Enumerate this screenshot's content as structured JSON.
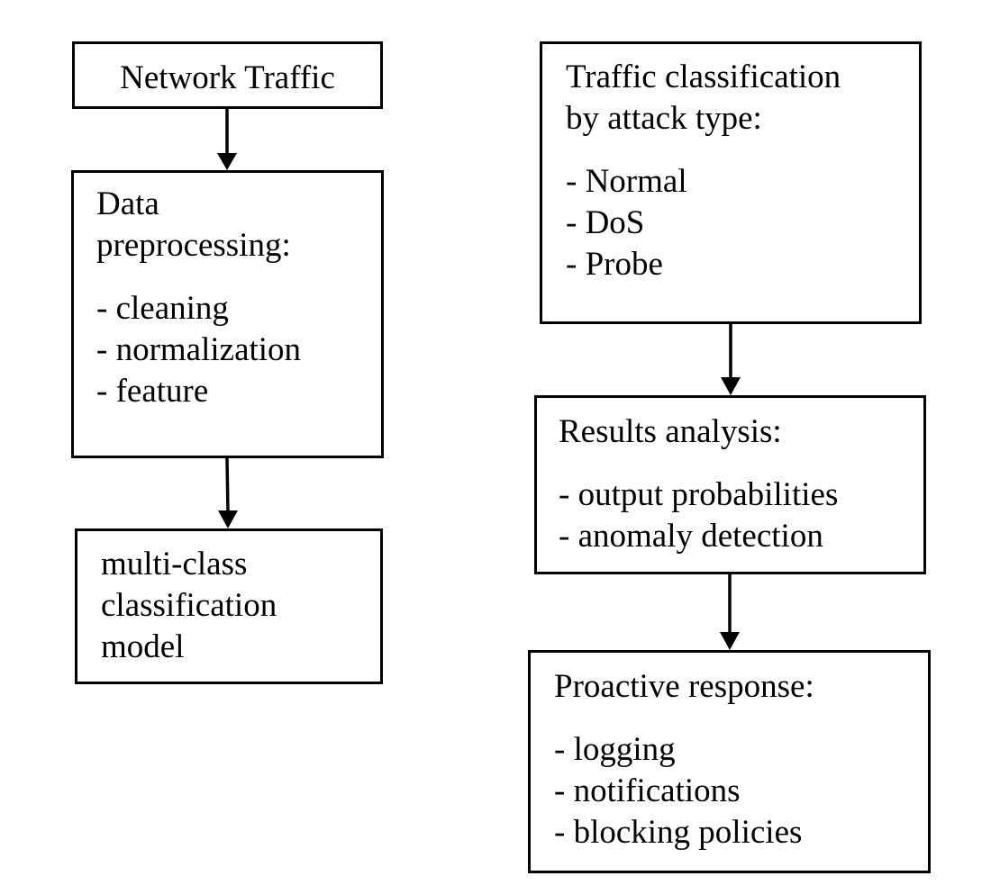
{
  "diagram": {
    "network_traffic": {
      "title": "Network Traffic"
    },
    "preprocessing": {
      "title_line1": "Data",
      "title_line2": "preprocessing:",
      "items": [
        "- cleaning",
        "- normalization",
        "- feature"
      ]
    },
    "model": {
      "lines": [
        "multi-class",
        "classification",
        "model"
      ]
    },
    "classification": {
      "title_line1": "Traffic classification",
      "title_line2": "by attack type:",
      "items": [
        "- Normal",
        "- DoS",
        "- Probe"
      ]
    },
    "results": {
      "title": "Results analysis:",
      "items": [
        "- output probabilities",
        "- anomaly detection"
      ]
    },
    "response": {
      "title": "Proactive response:",
      "items": [
        "- logging",
        "- notifications",
        "- blocking policies"
      ]
    }
  },
  "colors": {
    "stroke": "#000000",
    "background": "#ffffff"
  }
}
